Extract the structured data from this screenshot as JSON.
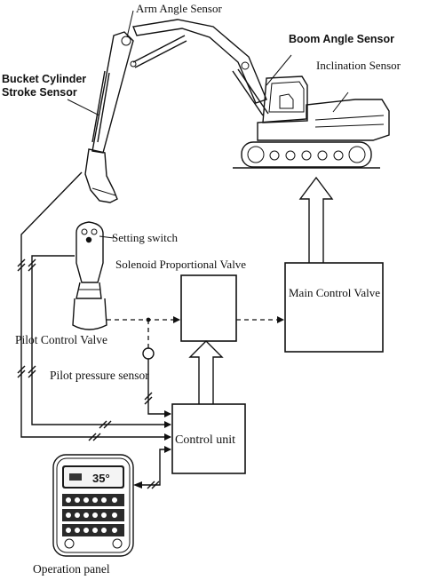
{
  "labels": {
    "arm_angle_sensor": "Arm Angle Sensor",
    "boom_angle_sensor": "Boom Angle Sensor",
    "inclination_sensor": "Inclination Sensor",
    "bucket_cylinder_line1": "Bucket Cylinder",
    "bucket_cylinder_line2": "Stroke Sensor",
    "setting_switch": "Setting switch",
    "solenoid_valve": "Solenoid Proportional Valve",
    "main_control_valve": "Main Control Valve",
    "pilot_control_valve": "Pilot Control Valve",
    "pilot_pressure_sensor": "Pilot pressure sensor",
    "control_unit": "Control unit",
    "operation_panel": "Operation panel"
  },
  "panel_display": "35°",
  "icons": {
    "excavator": "excavator-icon",
    "joystick": "joystick-icon",
    "panel": "operation-panel-icon"
  }
}
